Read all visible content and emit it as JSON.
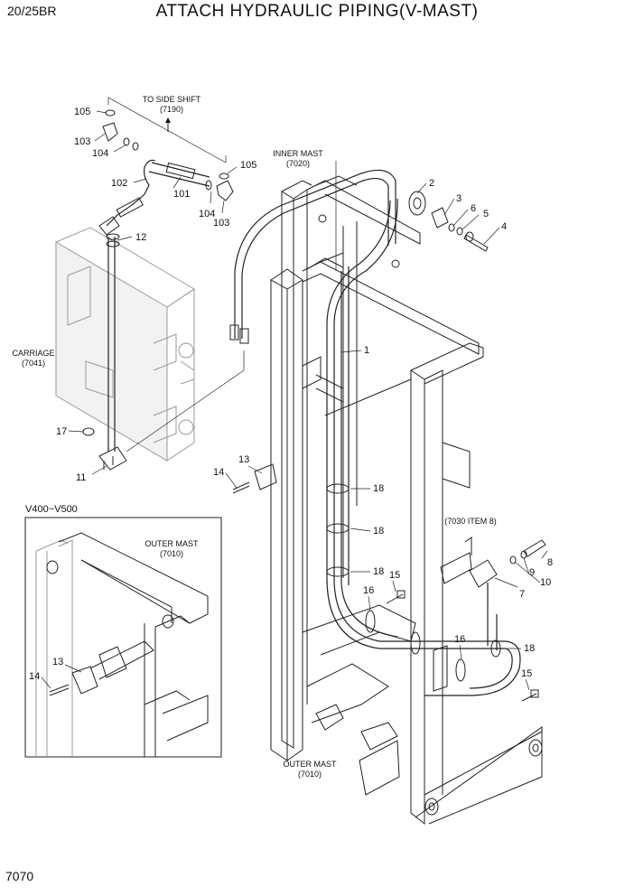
{
  "header": {
    "model": "20/25BR",
    "title": "ATTACH HYDRAULIC PIPING(V-MAST)"
  },
  "footer": {
    "page_number": "7070"
  },
  "annotations": {
    "to_side_shift": "TO SIDE SHIFT",
    "to_side_shift_ref": "(7190)",
    "inner_mast": "INNER MAST",
    "inner_mast_ref": "(7020)",
    "carriage": "CARRIAGE",
    "carriage_ref": "(7041)",
    "item_ref": "(7030 ITEM 8)",
    "outer_mast": "OUTER MAST",
    "outer_mast_ref": "(7010)",
    "inset_title": "V400~V500",
    "inset_outer_mast": "OUTER MAST",
    "inset_outer_mast_ref": "(7010)"
  },
  "callouts": {
    "c1": "1",
    "c2": "2",
    "c3": "3",
    "c4": "4",
    "c5": "5",
    "c6": "6",
    "c7": "7",
    "c8": "8",
    "c9": "9",
    "c10": "10",
    "c11": "11",
    "c12": "12",
    "c13": "13",
    "c13b": "13",
    "c14": "14",
    "c14b": "14",
    "c15": "15",
    "c15b": "15",
    "c16": "16",
    "c16b": "16",
    "c17": "17",
    "c18a": "18",
    "c18b": "18",
    "c18c": "18",
    "c18d": "18",
    "c101": "101",
    "c102": "102",
    "c103": "103",
    "c103b": "103",
    "c104": "104",
    "c104b": "104",
    "c105": "105",
    "c105b": "105"
  }
}
